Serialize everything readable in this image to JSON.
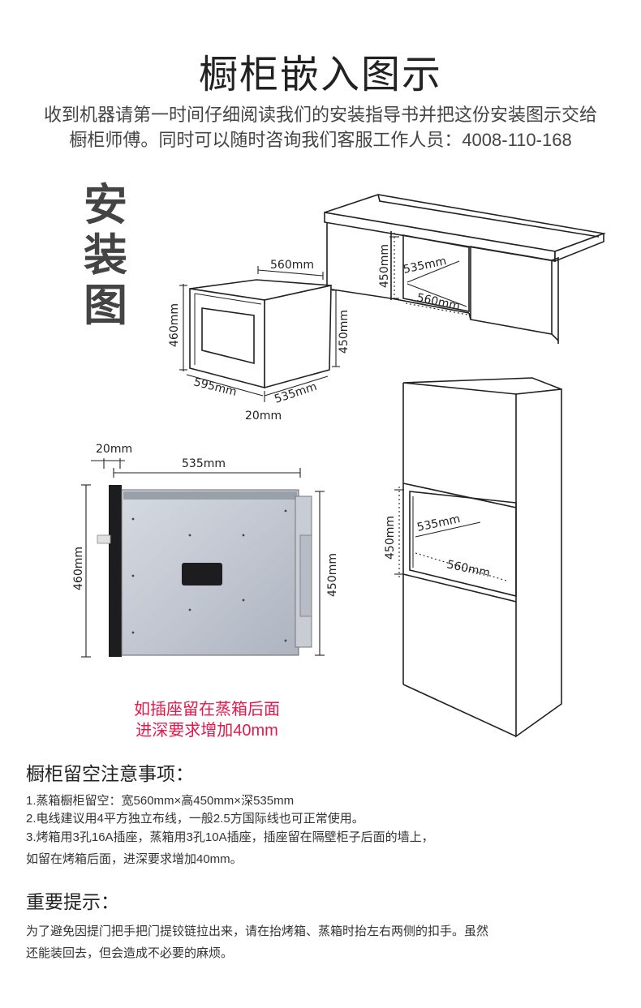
{
  "title": "橱柜嵌入图示",
  "intro": [
    "收到机器请第一时间仔细阅读我们的安装指导书并把这份安装图示交给",
    "橱柜师傅。同时可以随时咨询我们客服工作人员：4008-110-168"
  ],
  "section_label": [
    "安",
    "装",
    "图"
  ],
  "dimensions": {
    "cab_width": "560mm",
    "cab_height": "450mm",
    "cab_depth": "535mm",
    "cab_bottom": "560mm",
    "unit_width": "560mm",
    "unit_height": "460mm",
    "unit_front": "595mm",
    "unit_depth": "535mm",
    "unit_gap": "20mm",
    "unit_body_height": "450mm",
    "side_gap": "20mm",
    "side_depth": "535mm",
    "side_height": "460mm",
    "side_body_height": "450mm",
    "tall_height": "450mm",
    "tall_depth": "535mm",
    "tall_width": "560mm"
  },
  "red_note": [
    "如插座留在蒸箱后面",
    "进深要求增加40mm"
  ],
  "cabinet_heading": "橱柜留空注意事项：",
  "cabinet_notes": [
    "1.蒸箱橱柜留空：宽560mm×高450mm×深535mm",
    "2.电线建议用4平方独立布线，一般2.5方国际线也可正常使用。",
    "3.烤箱用3孔16A插座，蒸箱用3孔10A插座，插座留在隔壁柜子后面的墙上，",
    "如留在烤箱后面，进深要求增加40mm。"
  ],
  "tips_heading": "重要提示：",
  "tips": [
    "为了避免因提门把手把门提铰链拉出来，请在抬烤箱、蒸箱时抬左右两侧的扣手。虽然",
    "还能装回去，但会造成不必要的麻烦。"
  ]
}
